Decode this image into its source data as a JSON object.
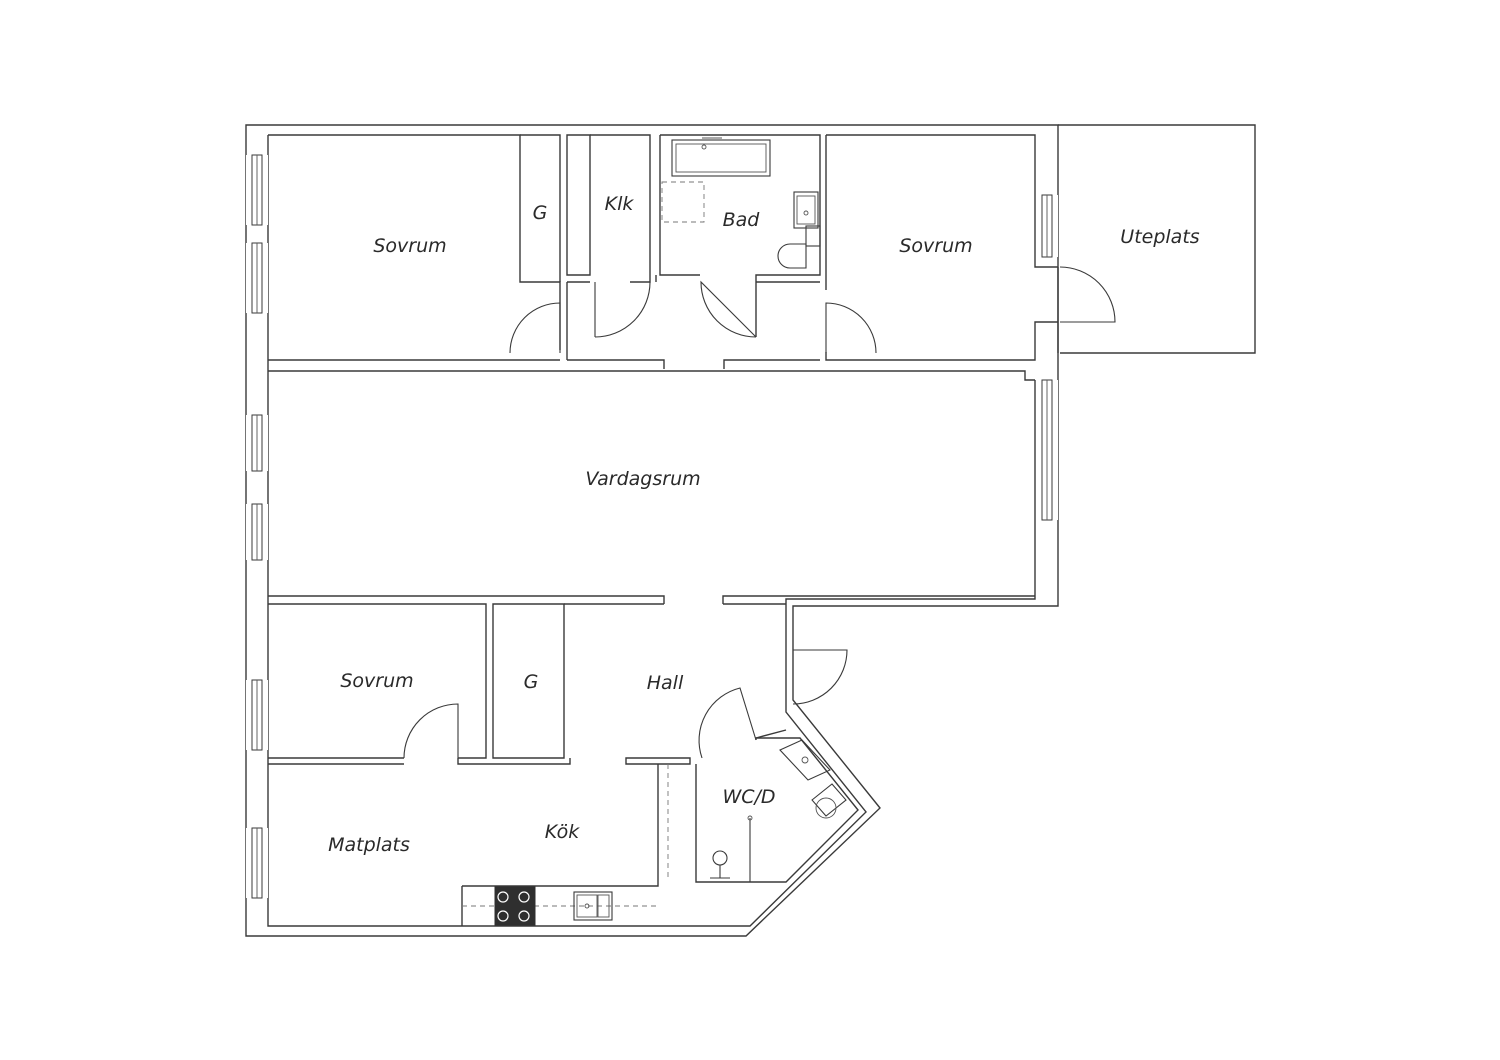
{
  "rooms": {
    "sovrum_top_left": "Sovrum",
    "garderob_top": "G",
    "klk": "Klk",
    "bad": "Bad",
    "sovrum_top_right": "Sovrum",
    "uteplats": "Uteplats",
    "vardagsrum": "Vardagsrum",
    "sovrum_bottom": "Sovrum",
    "garderob_bottom": "G",
    "hall": "Hall",
    "wc_d": "WC/D",
    "matplats": "Matplats",
    "kok": "Kök"
  }
}
